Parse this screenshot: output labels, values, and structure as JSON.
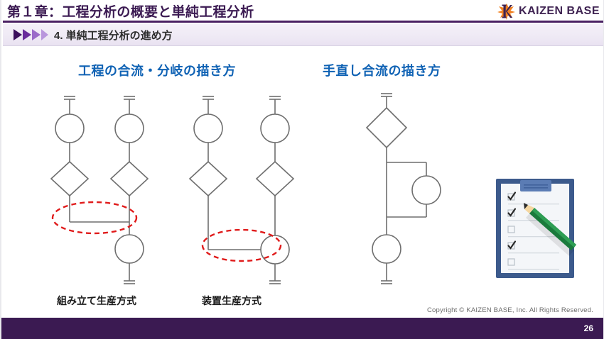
{
  "header": {
    "title": "第１章：工程分析の概要と単純工程分析",
    "logo_text": "KAIZEN BASE",
    "logo_mark_icon": "kaizen-k-starburst-icon",
    "title_color": "#3b1a52",
    "rule_color": "#4a2062"
  },
  "subtitle": {
    "text": "4. 単純工程分析の進め方",
    "chevron_icon": "triple-chevron-right-icon",
    "band_color": "#efeaf5"
  },
  "sections": [
    {
      "heading": "工程の合流・分岐の描き方",
      "color": "#0f62b4"
    },
    {
      "heading": "手直し合流の描き方",
      "color": "#0f62b4"
    }
  ],
  "captions": [
    {
      "text": "組み立て生産方式"
    },
    {
      "text": "装置生産方式"
    }
  ],
  "diagrams": {
    "line_color": "#6e6e6e",
    "highlight_color": "#e01b1b",
    "assembly": {
      "name": "組み立て生産方式",
      "highlight_shape": "red-dashed-ellipse",
      "nodes": [
        "terminator",
        "operation-circle",
        "inspection-diamond",
        "merge-junction",
        "operation-circle",
        "terminator"
      ]
    },
    "process": {
      "name": "装置生産方式",
      "highlight_shape": "red-dashed-ellipse",
      "nodes": [
        "terminator",
        "operation-circle",
        "inspection-diamond",
        "merge-junction",
        "operation-circle",
        "terminator"
      ]
    },
    "rework": {
      "name": "手直し合流の描き方",
      "nodes": [
        "terminator",
        "inspection-diamond",
        "rework-loop-circle",
        "operation-circle",
        "terminator"
      ]
    }
  },
  "clipboard": {
    "icon": "clipboard-checklist-icon",
    "board_color": "#3c5a8c",
    "paper_color": "#f4f6f9",
    "clip_color": "#5b7cb4",
    "pencil_color": "#1a7a3c",
    "rows": [
      {
        "checked": true
      },
      {
        "checked": true
      },
      {
        "checked": false
      },
      {
        "checked": true
      },
      {
        "checked": false
      }
    ]
  },
  "footer": {
    "copyright": "Copyright ©  KAIZEN BASE, Inc.  All Rights Reserved.",
    "page_number": "26",
    "bar_color": "#3b1a52"
  }
}
